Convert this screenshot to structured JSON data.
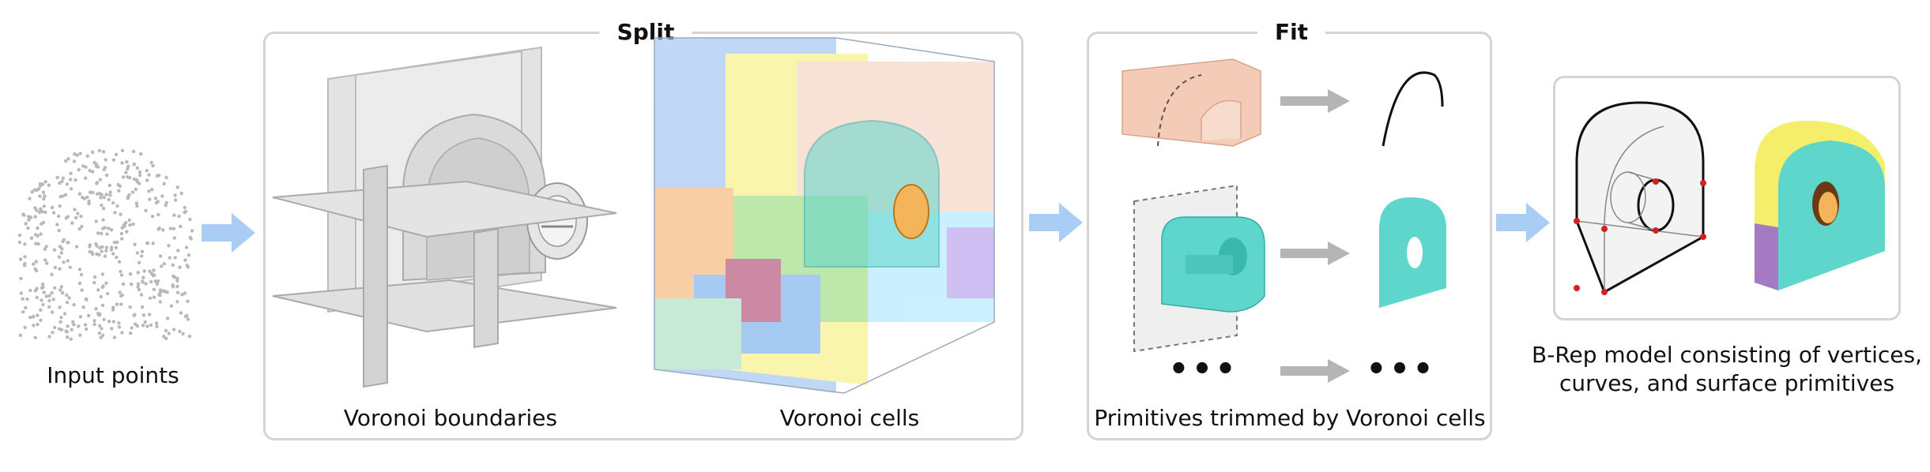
{
  "captions": {
    "input_points": "Input points",
    "voronoi_boundaries": "Voronoi boundaries",
    "voronoi_cells": "Voronoi cells",
    "primitives_trimmed": "Primitives trimmed by Voronoi cells",
    "brep_line1": "B-Rep model consisting of vertices,",
    "brep_line2": "curves, and surface primitives"
  },
  "panels": {
    "split_title": "Split",
    "fit_title": "Fit"
  },
  "fit_rows": {
    "ellipsis_left": "•••",
    "ellipsis_right": "•••"
  },
  "colors": {
    "arrow": "#a9cdf5",
    "gray_arrow": "#b5b5b5",
    "cyan": "#5fd6cc",
    "yellow": "#f5ee6a",
    "purple": "#a47ac2",
    "peach": "#f4cbb6",
    "blue": "#8fb8f0"
  }
}
